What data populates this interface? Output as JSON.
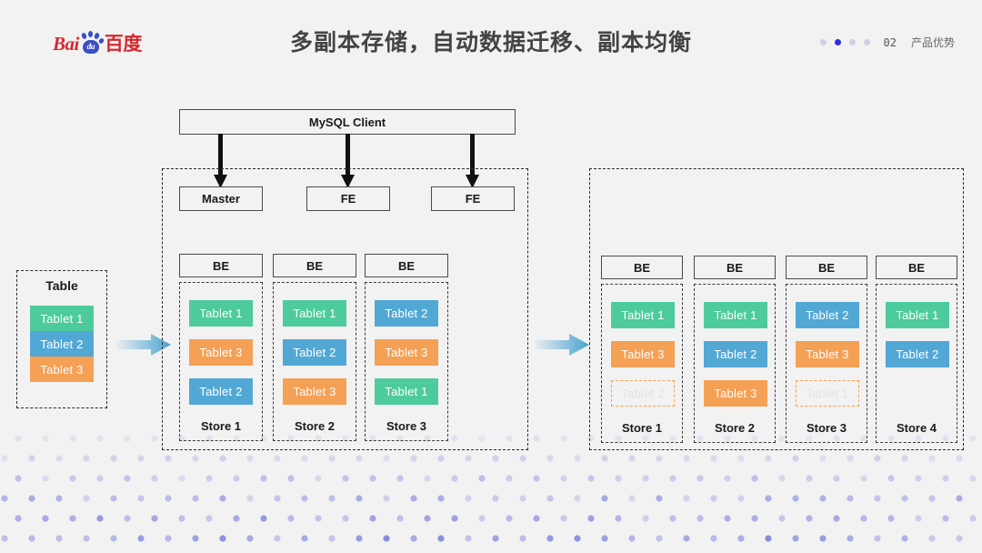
{
  "header": {
    "logo": {
      "latin": "Bai",
      "paw_text": "du",
      "chinese": "百度"
    },
    "title": "多副本存储，自动数据迁移、副本均衡",
    "nav": {
      "dots": 4,
      "active_index": 1,
      "number": "02",
      "label": "产品优势"
    }
  },
  "colors": {
    "background": "#f2f2f2",
    "green": "#4ecb9c",
    "blue": "#52a8d5",
    "orange": "#f4a055",
    "accent_blue": "#2b2ee0",
    "arrow": "#4aa3cf",
    "text_dark": "#1a1a1a",
    "title": "#444444"
  },
  "source_table": {
    "title": "Table",
    "tablets": [
      {
        "label": "Tablet 1",
        "color": "green"
      },
      {
        "label": "Tablet 2",
        "color": "blue"
      },
      {
        "label": "Tablet 3",
        "color": "orange"
      }
    ]
  },
  "client": {
    "label": "MySQL Client"
  },
  "cluster_before": {
    "nodes": [
      {
        "label": "Master"
      },
      {
        "label": "FE"
      },
      {
        "label": "FE"
      }
    ],
    "backends": [
      {
        "label": "BE"
      },
      {
        "label": "BE"
      },
      {
        "label": "BE"
      }
    ],
    "stores": [
      {
        "label": "Store 1",
        "tablets": [
          {
            "label": "Tablet 1",
            "color": "green",
            "ghost": false
          },
          {
            "label": "Tablet 3",
            "color": "orange",
            "ghost": false
          },
          {
            "label": "Tablet 2",
            "color": "blue",
            "ghost": false
          }
        ]
      },
      {
        "label": "Store 2",
        "tablets": [
          {
            "label": "Tablet 1",
            "color": "green",
            "ghost": false
          },
          {
            "label": "Tablet 2",
            "color": "blue",
            "ghost": false
          },
          {
            "label": "Tablet 3",
            "color": "orange",
            "ghost": false
          }
        ]
      },
      {
        "label": "Store 3",
        "tablets": [
          {
            "label": "Tablet 2",
            "color": "blue",
            "ghost": false
          },
          {
            "label": "Tablet 3",
            "color": "orange",
            "ghost": false
          },
          {
            "label": "Tablet 1",
            "color": "green",
            "ghost": false
          }
        ]
      }
    ]
  },
  "cluster_after": {
    "nodes": [],
    "backends": [
      {
        "label": "BE"
      },
      {
        "label": "BE"
      },
      {
        "label": "BE"
      },
      {
        "label": "BE"
      }
    ],
    "stores": [
      {
        "label": "Store 1",
        "tablets": [
          {
            "label": "Tablet 1",
            "color": "green",
            "ghost": false
          },
          {
            "label": "Tablet 3",
            "color": "orange",
            "ghost": false
          },
          {
            "label": "Tablet 2",
            "color": "ghost",
            "ghost": true
          }
        ]
      },
      {
        "label": "Store 2",
        "tablets": [
          {
            "label": "Tablet 1",
            "color": "green",
            "ghost": false
          },
          {
            "label": "Tablet 2",
            "color": "blue",
            "ghost": false
          },
          {
            "label": "Tablet 3",
            "color": "orange",
            "ghost": false
          }
        ]
      },
      {
        "label": "Store 3",
        "tablets": [
          {
            "label": "Tablet 2",
            "color": "blue",
            "ghost": false
          },
          {
            "label": "Tablet 3",
            "color": "orange",
            "ghost": false
          },
          {
            "label": "Tablet 1",
            "color": "ghost",
            "ghost": true
          }
        ]
      },
      {
        "label": "Store 4",
        "tablets": [
          {
            "label": "Tablet 1",
            "color": "green",
            "ghost": false
          },
          {
            "label": "Tablet 2",
            "color": "blue",
            "ghost": false
          }
        ]
      }
    ]
  }
}
